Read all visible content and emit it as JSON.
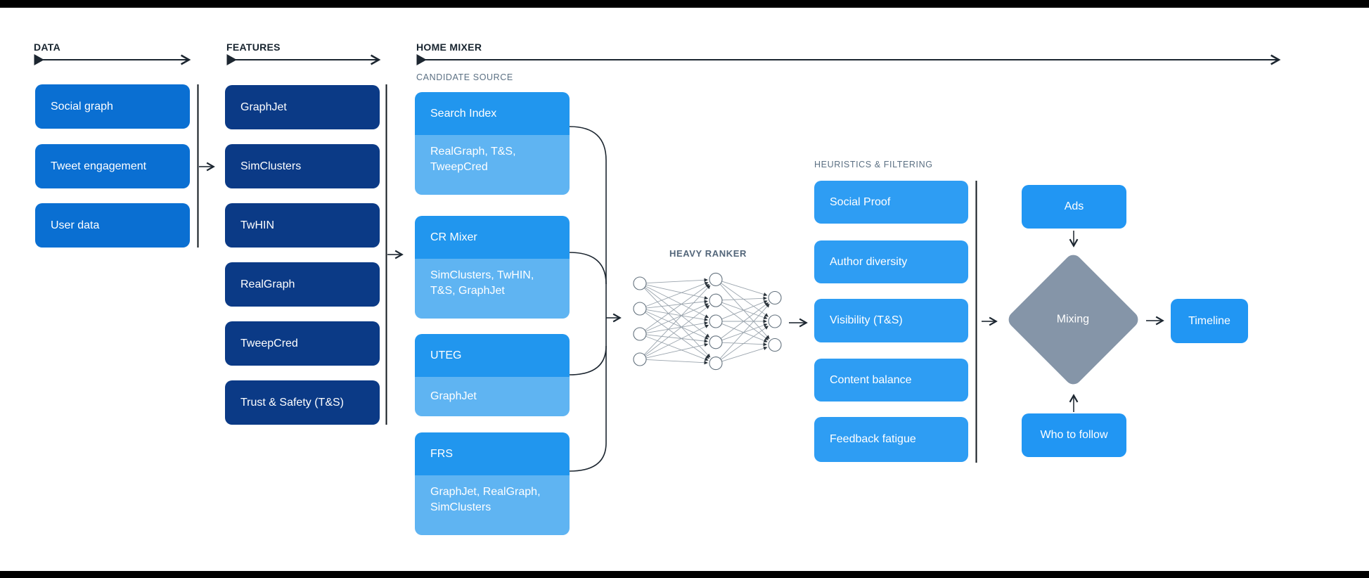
{
  "colors": {
    "data_box": "#0A6FD2",
    "feature_box": "#0B3A86",
    "candidate_dark": "#2196EE",
    "candidate_light": "#5FB4F2",
    "filter_box": "#2E9DF3",
    "output_box": "#2196F3",
    "diamond": "#8595A8"
  },
  "sections": {
    "data": {
      "title": "DATA",
      "items": [
        {
          "label": "Social graph"
        },
        {
          "label": "Tweet engagement"
        },
        {
          "label": "User data"
        }
      ]
    },
    "features": {
      "title": "FEATURES",
      "items": [
        {
          "label": "GraphJet"
        },
        {
          "label": "SimClusters"
        },
        {
          "label": "TwHIN"
        },
        {
          "label": "RealGraph"
        },
        {
          "label": "TweepCred"
        },
        {
          "label": "Trust & Safety (T&S)"
        }
      ]
    },
    "home_mixer": {
      "title": "HOME MIXER",
      "candidate_source": {
        "title": "CANDIDATE SOURCE",
        "items": [
          {
            "label": "Search Index",
            "sources": "RealGraph, T&S, TweepCred"
          },
          {
            "label": "CR Mixer",
            "sources": "SimClusters, TwHIN, T&S, GraphJet"
          },
          {
            "label": "UTEG",
            "sources": "GraphJet"
          },
          {
            "label": "FRS",
            "sources": "GraphJet, RealGraph, SimClusters"
          }
        ]
      },
      "heavy_ranker": {
        "title": "HEAVY RANKER",
        "layers": [
          4,
          5,
          3
        ]
      },
      "heuristics": {
        "title": "HEURISTICS & FILTERING",
        "items": [
          {
            "label": "Social Proof"
          },
          {
            "label": "Author diversity"
          },
          {
            "label": "Visibility (T&S)"
          },
          {
            "label": "Content balance"
          },
          {
            "label": "Feedback fatigue"
          }
        ]
      },
      "output": {
        "ads": "Ads",
        "mixing": "Mixing",
        "who_to_follow": "Who to follow",
        "timeline": "Timeline"
      }
    }
  }
}
